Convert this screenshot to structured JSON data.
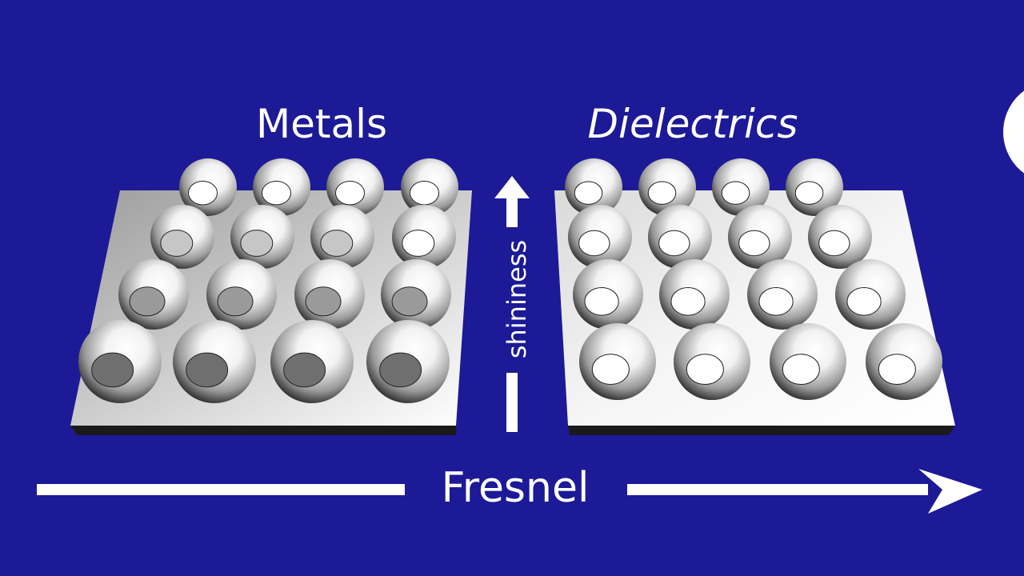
{
  "background_color": "#1c1a96",
  "foreground_color": "#ffffff",
  "labels": {
    "metals": "Metals",
    "dielectrics": "Dielectrics",
    "shininess": "shininess",
    "fresnel": "Fresnel"
  },
  "panels": [
    {
      "name": "metals",
      "rows": 4,
      "columns": 4
    },
    {
      "name": "dielectrics",
      "rows": 4,
      "columns": 4
    }
  ]
}
